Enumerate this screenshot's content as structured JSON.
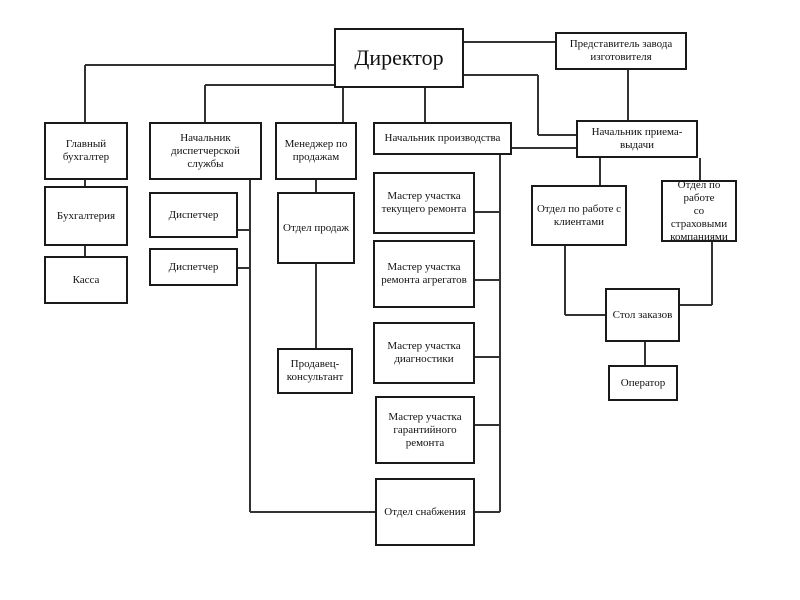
{
  "director": "Директор",
  "manufacturer_rep": "Представитель завода\nизготовителя",
  "chief_accountant": "Главный\nбухгалтер",
  "accounting": "Бухгалтерия",
  "cash_desk": "Касса",
  "dispatch_head": "Начальник\nдиспетчерской службы",
  "dispatcher_1": "Диспетчер",
  "dispatcher_2": "Диспетчер",
  "sales_manager": "Менеджер по\nпродажам",
  "sales_department": "Отдел продаж",
  "sales_consultant": "Продавец-\nконсультант",
  "production_head": "Начальник производства",
  "master_current_repair": "Мастер участка\nтекущего ремонта",
  "master_units_repair": "Мастер участка\nремонта агрегатов",
  "master_diagnostics": "Мастер участка\nдиагностики",
  "master_warranty_repair": "Мастер участка\nгарантийного\nремонта",
  "supply_department": "Отдел снабжения",
  "reception_head": "Начальник приема-\nвыдачи",
  "clients_department": "Отдел по работе с\nклиентами",
  "insurance_department": "Отдел по работе\nсо страховыми\nкомпаниями",
  "order_desk": "Стол заказов",
  "operator": "Оператор"
}
